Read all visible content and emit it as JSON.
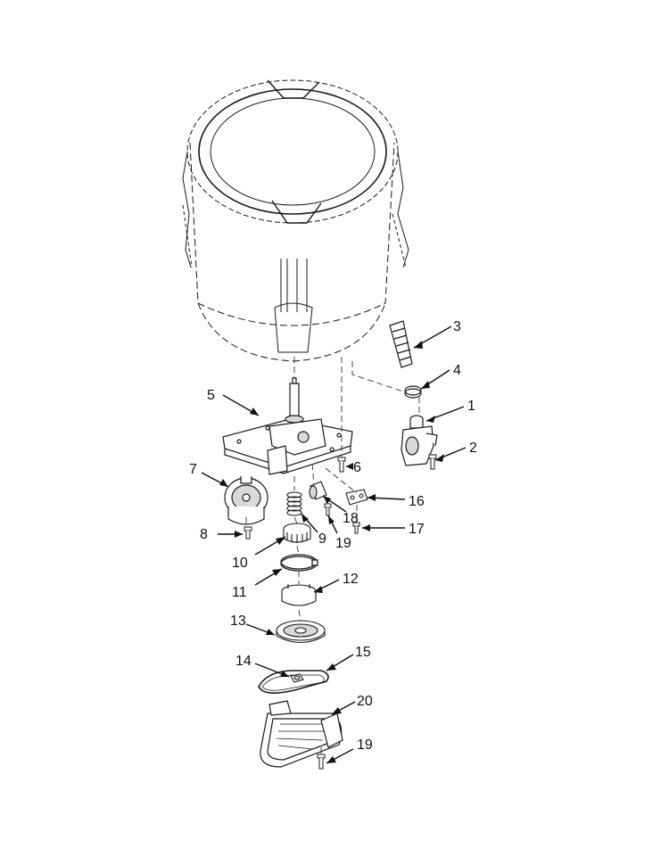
{
  "callouts": [
    {
      "id": "c1",
      "label": "1"
    },
    {
      "id": "c2",
      "label": "2"
    },
    {
      "id": "c3",
      "label": "3"
    },
    {
      "id": "c4",
      "label": "4"
    },
    {
      "id": "c5",
      "label": "5"
    },
    {
      "id": "c6",
      "label": "6"
    },
    {
      "id": "c7",
      "label": "7"
    },
    {
      "id": "c8",
      "label": "8"
    },
    {
      "id": "c9",
      "label": "9"
    },
    {
      "id": "c10",
      "label": "10"
    },
    {
      "id": "c11",
      "label": "11"
    },
    {
      "id": "c12",
      "label": "12"
    },
    {
      "id": "c13",
      "label": "13"
    },
    {
      "id": "c14",
      "label": "14"
    },
    {
      "id": "c15",
      "label": "15"
    },
    {
      "id": "c16",
      "label": "16"
    },
    {
      "id": "c17",
      "label": "17"
    },
    {
      "id": "c18",
      "label": "18"
    },
    {
      "id": "c19a",
      "label": "19"
    },
    {
      "id": "c19b",
      "label": "19"
    },
    {
      "id": "c20",
      "label": "20"
    }
  ],
  "colors": {
    "line": "#1a1a1a",
    "background": "#ffffff",
    "shade": "#d9d9d9"
  }
}
